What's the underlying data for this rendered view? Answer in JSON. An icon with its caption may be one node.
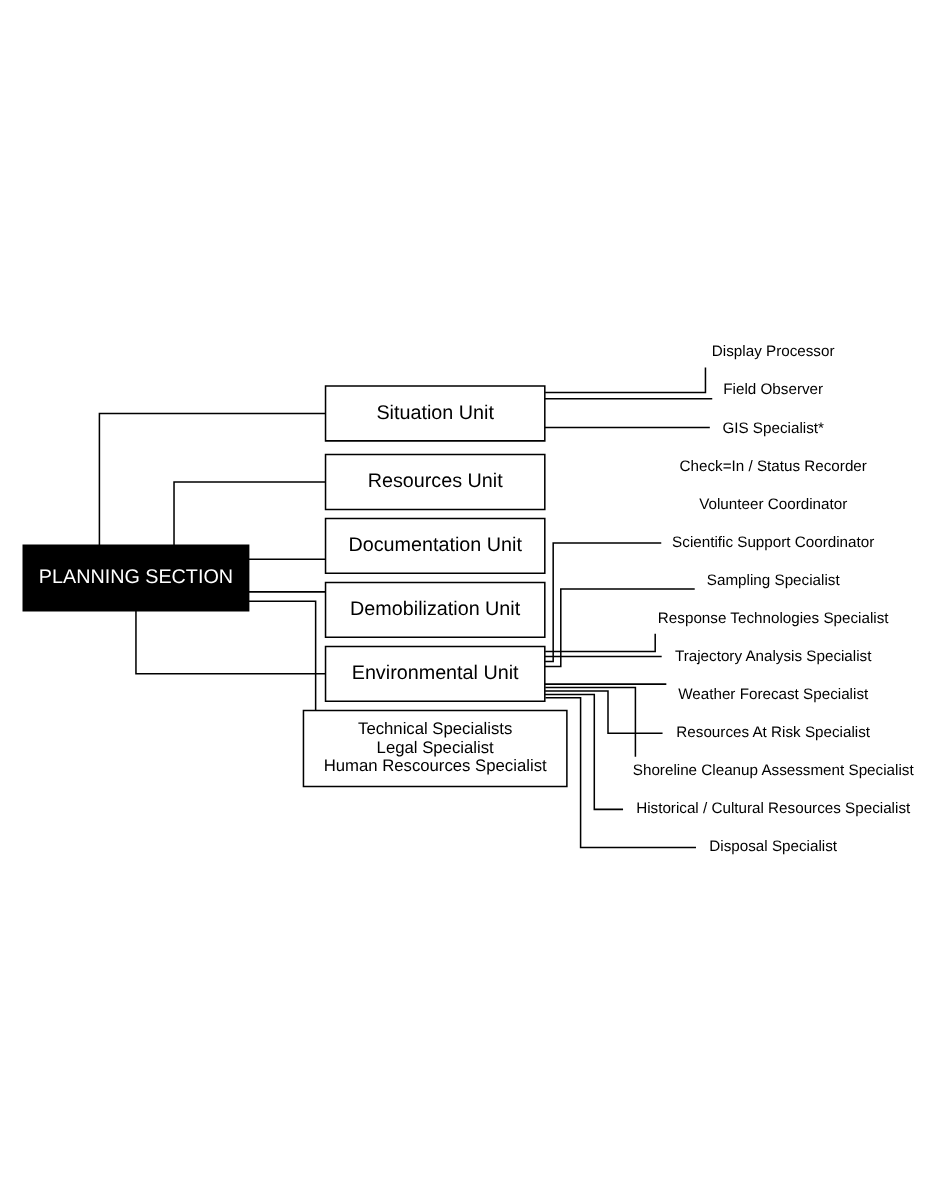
{
  "diagram": {
    "nodes": [
      {
        "text": [
          "PLANNING SECTION"
        ]
      },
      {
        "text": [
          "Situation Unit"
        ]
      },
      {
        "text": [
          "Display Processor"
        ]
      },
      {
        "text": [
          "Field Observer"
        ]
      },
      {
        "text": [
          "GIS Specialist*"
        ]
      },
      {
        "text": [
          "Resources Unit"
        ]
      },
      {
        "text": [
          "Documentation Unit"
        ]
      },
      {
        "text": [
          "Demobilization Unit"
        ]
      },
      {
        "text": [
          "Environmental Unit"
        ]
      },
      {
        "text": [
          "Technical Specialists",
          "Legal Specialist",
          "Human Rescources Specialist"
        ]
      },
      {
        "text": [
          "Scientific Support Coordinator"
        ]
      },
      {
        "text": [
          "Sampling Specialist"
        ]
      },
      {
        "text": [
          "Response Technologies Specialist"
        ]
      },
      {
        "text": [
          "Trajectory Analysis Specialist"
        ]
      },
      {
        "text": [
          "Weather Forecast Specialist"
        ]
      },
      {
        "text": [
          "Resources At Risk Specialist"
        ]
      },
      {
        "text": [
          "Shoreline Cleanup Assessment Specialist"
        ]
      },
      {
        "text": [
          "Historical / Cultural Resources Specialist"
        ]
      },
      {
        "text": [
          "Disposal Specialist"
        ]
      }
    ],
    "edges": [
      {
        "from": 0,
        "to": 1,
        "arrow": "none"
      },
      {
        "from": 1,
        "to": 2,
        "arrow": "none"
      },
      {
        "from": 1,
        "to": 3,
        "arrow": "none"
      },
      {
        "from": 1,
        "to": 4,
        "arrow": "none"
      },
      {
        "from": 0,
        "to": 5,
        "arrow": "none"
      },
      {
        "from": 0,
        "to": 6,
        "arrow": "none"
      },
      {
        "from": 0,
        "to": 7,
        "arrow": "none"
      },
      {
        "from": 0,
        "to": 8,
        "arrow": "none"
      },
      {
        "from": 0,
        "to": 9,
        "arrow": "none"
      },
      {
        "from": 8,
        "to": 10,
        "arrow": "none"
      },
      {
        "from": 8,
        "to": 11,
        "arrow": "none"
      },
      {
        "from": 8,
        "to": 12,
        "arrow": "none"
      },
      {
        "from": 8,
        "to": 13,
        "arrow": "none"
      },
      {
        "from": 8,
        "to": 14,
        "arrow": "none"
      },
      {
        "from": 8,
        "to": 15,
        "arrow": "none"
      },
      {
        "from": 8,
        "to": 16,
        "arrow": "none"
      },
      {
        "from": 8,
        "to": 17,
        "arrow": "none"
      },
      {
        "from": 8,
        "to": 18,
        "arrow": "none"
      }
    ],
    "labels": [
      "Check=In / Status Recorder",
      "Volunteer Coordinator"
    ]
  }
}
